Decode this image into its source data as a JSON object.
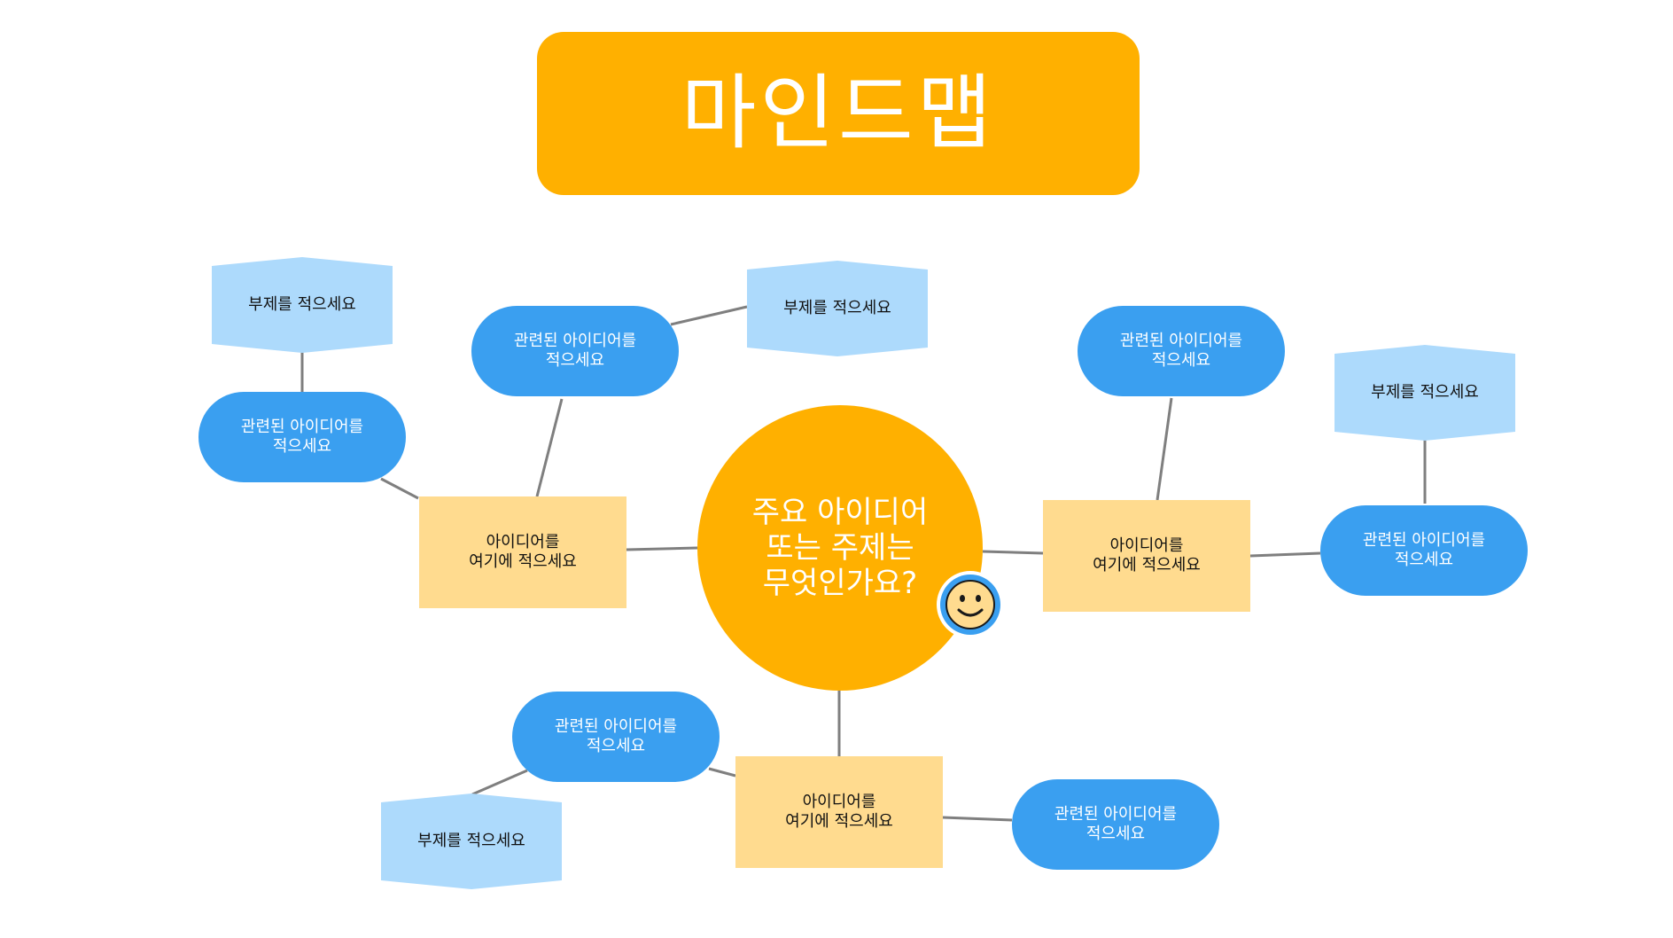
{
  "title": "마인드맵",
  "center": {
    "text": "주요 아이디어\n또는 주제는\n무엇인가요?"
  },
  "ideas": [
    {
      "text": "아이디어를\n여기에 적으세요"
    },
    {
      "text": "아이디어를\n여기에 적으세요"
    },
    {
      "text": "아이디어를\n여기에 적으세요"
    }
  ],
  "related": [
    {
      "text": "관련된 아이디어를\n적으세요"
    },
    {
      "text": "관련된 아이디어를\n적으세요"
    },
    {
      "text": "관련된 아이디어를\n적으세요"
    },
    {
      "text": "관련된 아이디어를\n적으세요"
    },
    {
      "text": "관련된 아이디어를\n적으세요"
    },
    {
      "text": "관련된 아이디어를\n적으세요"
    }
  ],
  "subtopics": [
    {
      "text": "부제를 적으세요"
    },
    {
      "text": "부제를 적으세요"
    },
    {
      "text": "부제를 적으세요"
    },
    {
      "text": "부제를 적으세요"
    }
  ],
  "colors": {
    "title_bg": "#FFB000",
    "center_bg": "#FFB000",
    "idea_bg": "#FFDB8F",
    "related_bg": "#3A9FF0",
    "subtopic_bg": "#ADDAFC",
    "connector": "#7F7F7F",
    "smiley_ring": "#3A9FF0",
    "smiley_face": "#FFDB8F"
  },
  "icons": {
    "center_badge": "smiley-face-icon"
  }
}
